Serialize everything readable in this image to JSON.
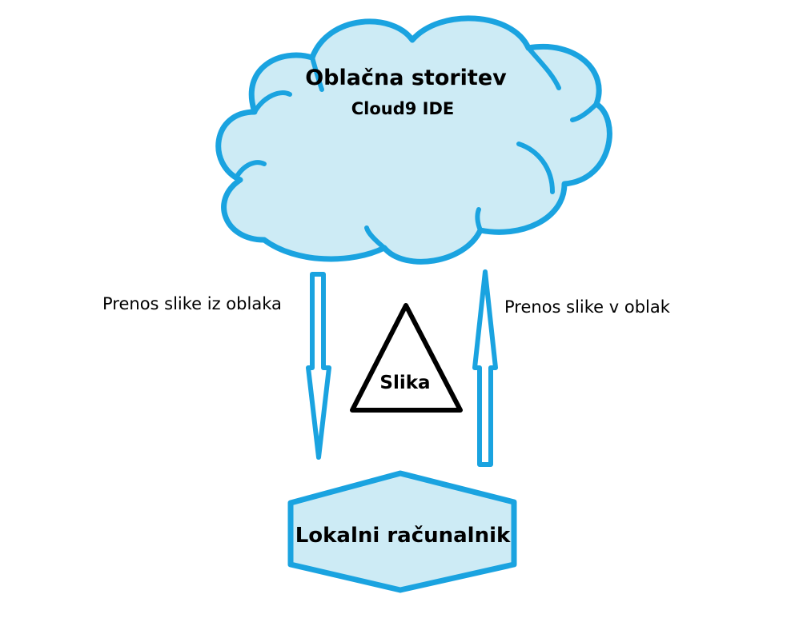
{
  "diagram": {
    "cloud": {
      "title": "Oblačna storitev",
      "subtitle": "Cloud9 IDE",
      "icon": "cloud-icon"
    },
    "local": {
      "label": "Lokalni računalnik",
      "icon": "hexagon-shape"
    },
    "image": {
      "label": "Slika",
      "icon": "triangle-shape"
    },
    "download": {
      "label": "Prenos slike iz oblaka",
      "icon": "arrow-down-icon"
    },
    "upload": {
      "label": "Prenos slike v oblak",
      "icon": "arrow-up-icon"
    },
    "colors": {
      "fill": "#cdebf5",
      "stroke": "#1aa3e0",
      "text": "#000000",
      "triangle": "#000000"
    }
  }
}
